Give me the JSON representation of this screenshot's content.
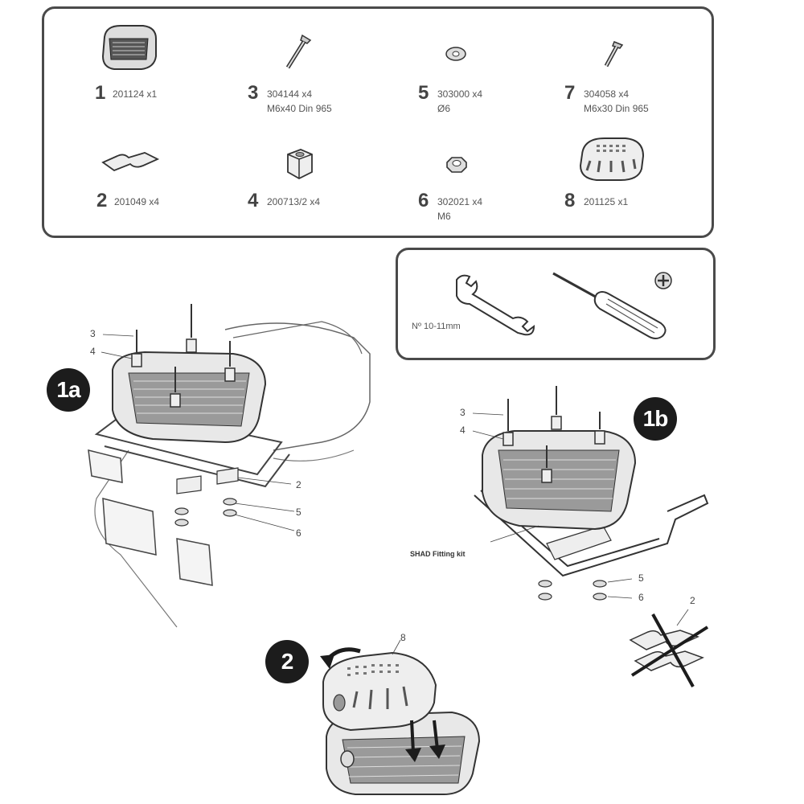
{
  "parts": [
    {
      "num": "1",
      "code": "201124 x1",
      "spec": "",
      "icon": "top-case-base-plate-icon"
    },
    {
      "num": "3",
      "code": "304144 x4",
      "spec": "M6x40 Din 965",
      "icon": "long-screw-icon"
    },
    {
      "num": "5",
      "code": "303000 x4",
      "spec": "Ø6",
      "icon": "washer-icon"
    },
    {
      "num": "7",
      "code": "304058 x4",
      "spec": "M6x30 Din 965",
      "icon": "short-screw-icon"
    },
    {
      "num": "2",
      "code": "201049 x4",
      "spec": "",
      "icon": "bracket-plate-icon"
    },
    {
      "num": "4",
      "code": "200713/2 x4",
      "spec": "",
      "icon": "spacer-block-icon"
    },
    {
      "num": "6",
      "code": "302021 x4",
      "spec": "M6",
      "icon": "nut-icon"
    },
    {
      "num": "8",
      "code": "201125 x1",
      "spec": "",
      "icon": "cover-plate-icon"
    }
  ],
  "tools": {
    "wrench_label": "Nº 10-11mm",
    "icons": [
      "wrench-icon",
      "screwdriver-icon",
      "phillips-head-icon"
    ]
  },
  "steps": {
    "step1a": "1a",
    "step1b": "1b",
    "step2": "2"
  },
  "callouts": {
    "a_3": "3",
    "a_4": "4",
    "a_2": "2",
    "a_5": "5",
    "a_6": "6",
    "b_3": "3",
    "b_4": "4",
    "b_5": "5",
    "b_6": "6",
    "b_2": "2",
    "s2_8": "8"
  },
  "kit_label": "SHAD Fitting kit",
  "colors": {
    "line": "#3a3a3a",
    "fill": "#e9e9e9",
    "dark": "#1c1c1c"
  }
}
